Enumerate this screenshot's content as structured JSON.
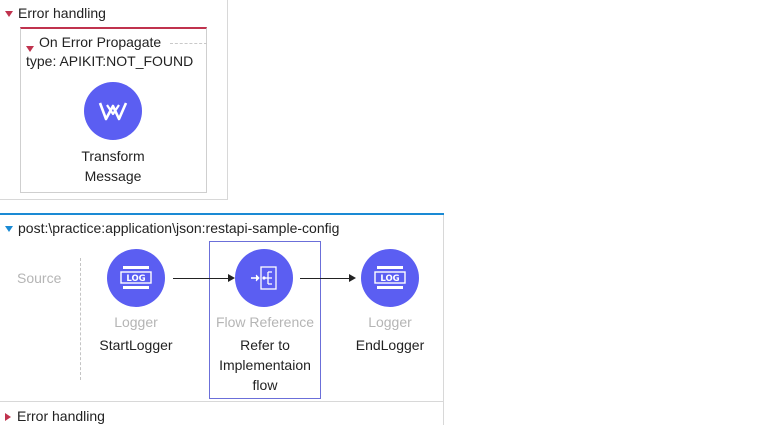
{
  "top_error_handling": {
    "title": "Error handling",
    "on_error": {
      "title": "On Error Propagate",
      "type_text": "type: APIKIT:NOT_FOUND",
      "component": {
        "label_lines": [
          "Transform",
          "Message"
        ],
        "icon": "transform-message-icon"
      }
    }
  },
  "flow": {
    "title": "post:\\practice:application\\json:restapi-sample-config",
    "source_label": "Source",
    "components": [
      {
        "type_label": "Logger",
        "name_lines": [
          "StartLogger"
        ],
        "icon": "logger-icon"
      },
      {
        "type_label": "Flow Reference",
        "name_lines": [
          "Refer to",
          "Implementaion",
          "flow"
        ],
        "icon": "flow-reference-icon"
      },
      {
        "type_label": "Logger",
        "name_lines": [
          "EndLogger"
        ],
        "icon": "logger-icon"
      }
    ]
  },
  "bottom_error_handling": {
    "title": "Error handling"
  },
  "colors": {
    "accent": "#5b5ef2",
    "error_red": "#c0334e",
    "flow_blue": "#1a8ad4",
    "muted_text": "#b5b5b5"
  }
}
